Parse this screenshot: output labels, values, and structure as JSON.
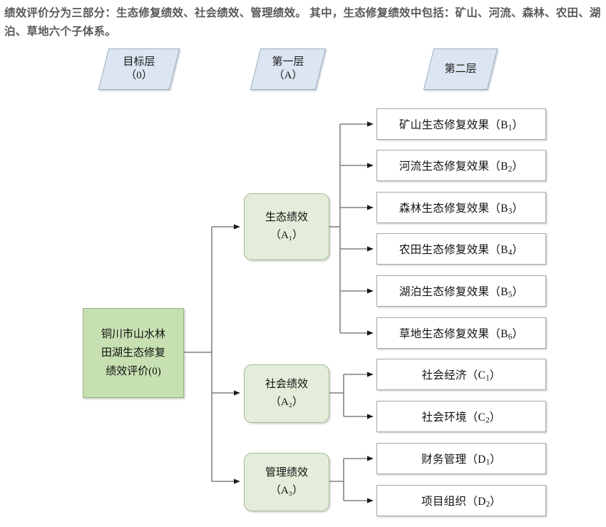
{
  "caption": "绩效评价分为三部分：生态修复绩效、社会绩效、管理绩效。 其中，生态修复绩效中包括：矿山、河流、森林、农田、湖泊、草地六个子体系。",
  "colors": {
    "header_fill": "#dce6f2",
    "header_stroke": "#9badc1",
    "root_fill": "#c7e0b2",
    "root_stroke": "#9ab183",
    "level_a_fill": "#e3edd9",
    "level_a_stroke": "#a9bb96",
    "leaf_fill": "#ffffff",
    "leaf_stroke": "#a6a6a6",
    "connector": "#808080",
    "caption_text": "#595959"
  },
  "headers": [
    {
      "id": "level-0",
      "line1": "目标层",
      "line2": "（0）"
    },
    {
      "id": "level-a",
      "line1": "第一层",
      "line2": "（A）"
    },
    {
      "id": "level-b",
      "line1": "第二层",
      "line2": ""
    }
  ],
  "root": {
    "label": "铜川市山水林\n田湖生态修复\n绩效评价(0)",
    "code": "0"
  },
  "level_a": [
    {
      "id": "A1",
      "label": "生态绩效\n（A₁）",
      "name": "生态绩效",
      "code": "A1"
    },
    {
      "id": "A2",
      "label": "社会绩效\n（A₂）",
      "name": "社会绩效",
      "code": "A2"
    },
    {
      "id": "A3",
      "label": "管理绩效\n（A₃）",
      "name": "管理绩效",
      "code": "A3"
    }
  ],
  "level_b": {
    "A1": [
      {
        "id": "B1",
        "name": "矿山生态修复效果",
        "code": "B",
        "index": "1"
      },
      {
        "id": "B2",
        "name": "河流生态修复效果",
        "code": "B",
        "index": "2"
      },
      {
        "id": "B3",
        "name": "森林生态修复效果",
        "code": "B",
        "index": "3"
      },
      {
        "id": "B4",
        "name": "农田生态修复效果",
        "code": "B",
        "index": "4"
      },
      {
        "id": "B5",
        "name": "湖泊生态修复效果",
        "code": "B",
        "index": "5"
      },
      {
        "id": "B6",
        "name": "草地生态修复效果",
        "code": "B",
        "index": "6"
      }
    ],
    "A2": [
      {
        "id": "C1",
        "name": "社会经济",
        "code": "C",
        "index": "1"
      },
      {
        "id": "C2",
        "name": "社会环境",
        "code": "C",
        "index": "2"
      }
    ],
    "A3": [
      {
        "id": "D1",
        "name": "财务管理",
        "code": "D",
        "index": "1"
      },
      {
        "id": "D2",
        "name": "项目组织",
        "code": "D",
        "index": "2"
      }
    ]
  }
}
